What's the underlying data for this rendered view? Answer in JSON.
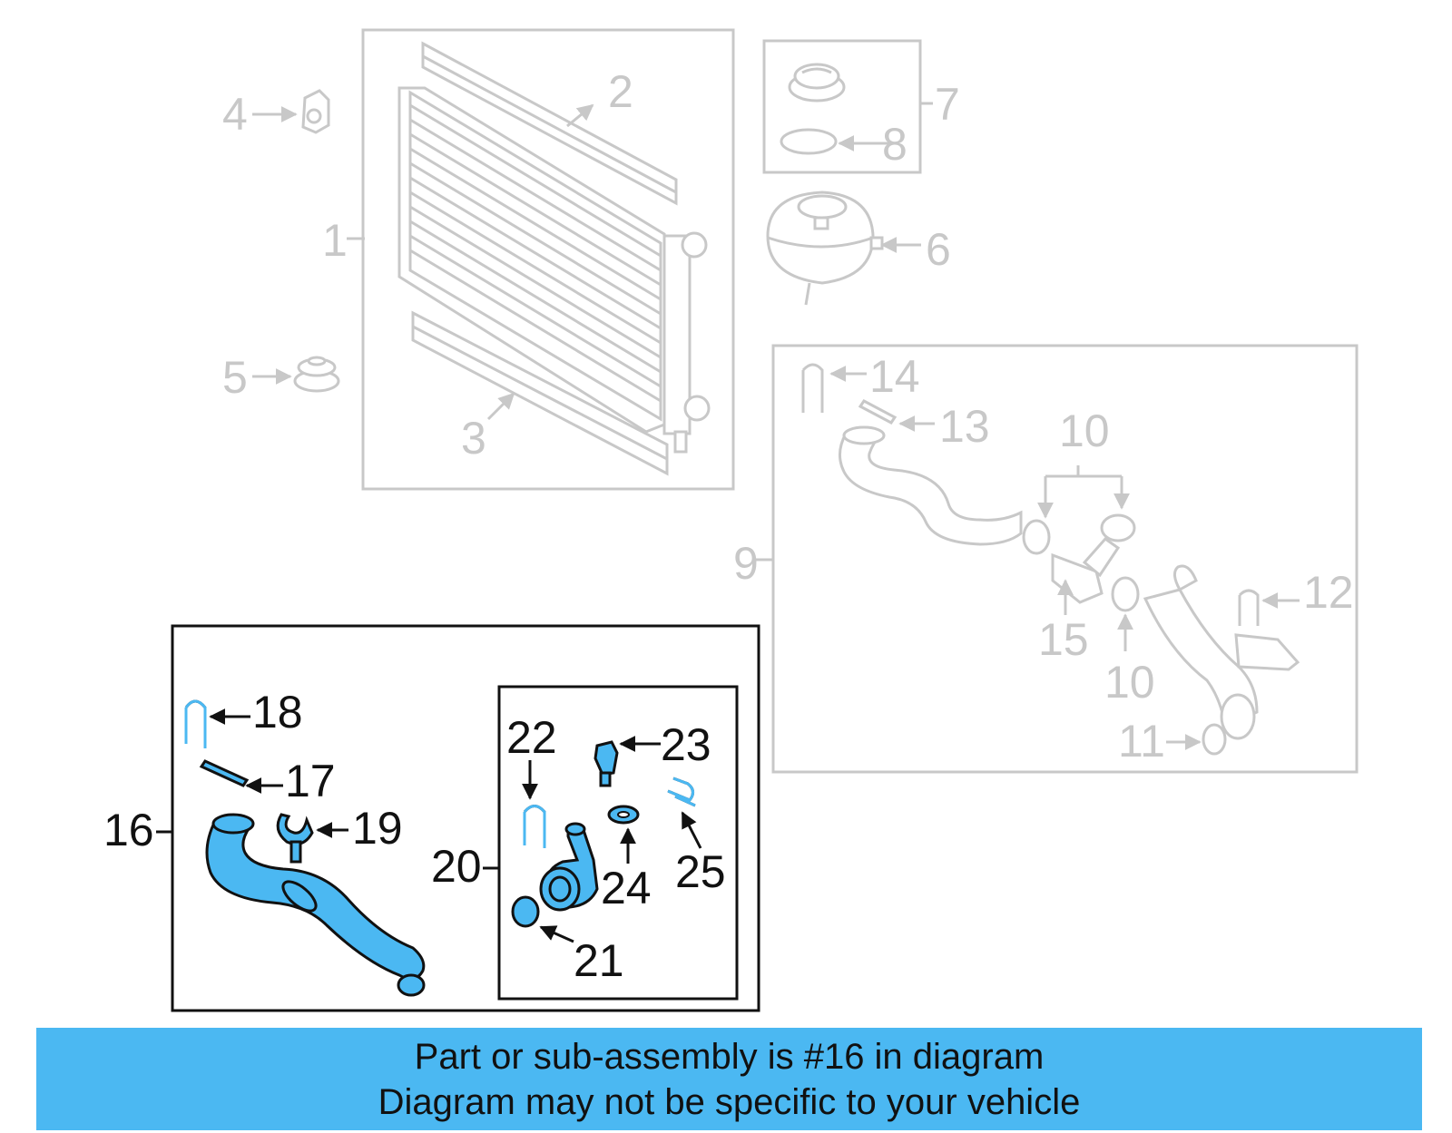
{
  "labels": {
    "p1": "1",
    "p2": "2",
    "p3": "3",
    "p4": "4",
    "p5": "5",
    "p6": "6",
    "p7": "7",
    "p8": "8",
    "p9": "9",
    "p10a": "10",
    "p10b": "10",
    "p11": "11",
    "p12": "12",
    "p13": "13",
    "p14": "14",
    "p15": "15",
    "p16": "16",
    "p17": "17",
    "p18": "18",
    "p19": "19",
    "p20": "20",
    "p21": "21",
    "p22": "22",
    "p23": "23",
    "p24": "24",
    "p25": "25"
  },
  "highlighted_part": "16",
  "colors": {
    "highlight": "#4bb8f2",
    "inactive": "#c8c8c8",
    "active": "#111111"
  },
  "banner": {
    "line1": "Part or sub-assembly is #16 in diagram",
    "line2": "Diagram may not be specific to your vehicle"
  }
}
